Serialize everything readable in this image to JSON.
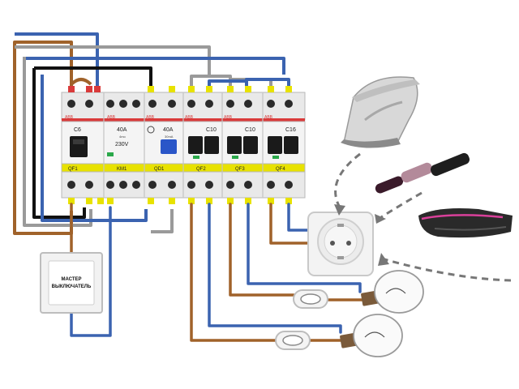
{
  "modules": [
    {
      "brand": "ABB",
      "rating": "C6",
      "label": "QF1"
    },
    {
      "brand": "ABB",
      "rating": "40A",
      "sub": "4mo",
      "voltage": "230V",
      "label": "KM1"
    },
    {
      "brand": "ABB",
      "rating": "40A",
      "sub": "30mA",
      "label": "QD1"
    },
    {
      "brand": "ABB",
      "rating": "C10",
      "label": "QF2"
    },
    {
      "brand": "ABB",
      "rating": "C10",
      "label": "QF3"
    },
    {
      "brand": "ABB",
      "rating": "C16",
      "label": "QF4"
    }
  ],
  "switch": {
    "line1": "МАСТЕР",
    "line2": "ВЫКЛЮЧАТЕЛЬ"
  },
  "devices": [
    "iron",
    "curling-iron",
    "hair-straightener",
    "socket",
    "bulb",
    "bulb"
  ],
  "wire_colors": {
    "brown": "#a0622a",
    "blue": "#3b63b0",
    "grey": "#9a9a9a",
    "black": "#111111",
    "yellow": "#e8e200"
  }
}
